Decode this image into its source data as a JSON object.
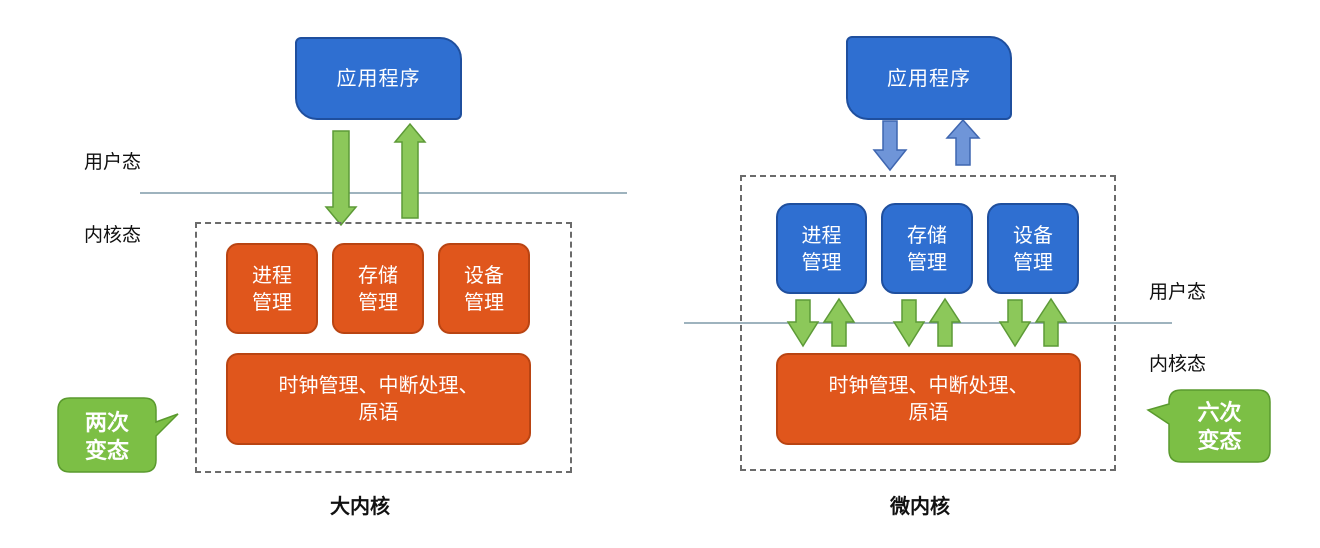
{
  "monolithic": {
    "app": "应用程序",
    "user_mode": "用户态",
    "kernel_mode": "内核态",
    "modules": [
      "进程\n管理",
      "存储\n管理",
      "设备\n管理"
    ],
    "core": "时钟管理、中断处理、\n原语",
    "bubble": "两次\n变态",
    "caption": "大内核"
  },
  "micro": {
    "app": "应用程序",
    "user_mode": "用户态",
    "kernel_mode": "内核态",
    "modules": [
      "进程\n管理",
      "存储\n管理",
      "设备\n管理"
    ],
    "core": "时钟管理、中断处理、\n原语",
    "bubble": "六次\n变态",
    "caption": "微内核"
  },
  "colors": {
    "app_blue": "#2f6fd1",
    "module_orange": "#e0561c",
    "arrow_green": "#8cc85a",
    "arrow_blue": "#6f95d8",
    "bubble_green": "#7cbf45"
  }
}
